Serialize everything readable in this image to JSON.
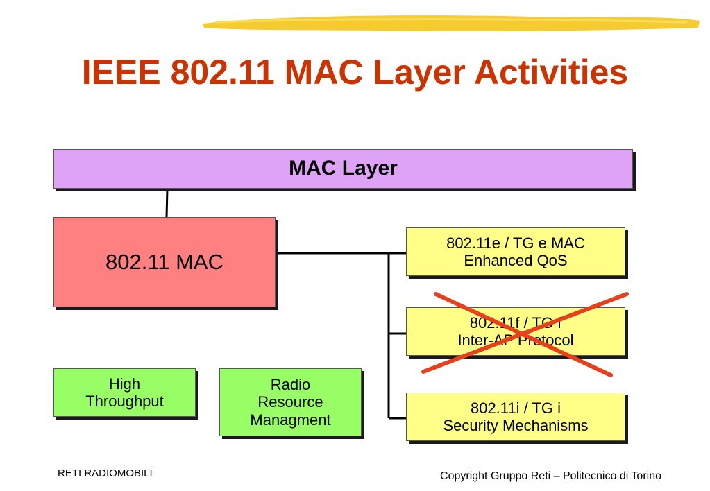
{
  "title": "IEEE 802.11 MAC Layer Activities",
  "mac_layer": "MAC Layer",
  "mac_80211": "802.11 MAC",
  "task_groups": [
    {
      "line1": "802.11e / TG e MAC",
      "line2": "Enhanced QoS"
    },
    {
      "line1": "802.11f / TG f",
      "line2": "Inter-AP Protocol",
      "crossed_out": true
    },
    {
      "line1": "802.11i / TG i",
      "line2": "Security Mechanisms"
    }
  ],
  "high_throughput": {
    "line1": "High",
    "line2": "Throughput"
  },
  "radio_resource": {
    "line1": "Radio",
    "line2": "Resource",
    "line3": "Managment"
  },
  "footer": {
    "left": "RETI RADIOMOBILI",
    "right": "Copyright Gruppo Reti – Politecnico di Torino"
  },
  "colors": {
    "title": "#cc3300",
    "mac_layer_fill": "#dea3f6",
    "mac_80211_fill": "#fe8080",
    "task_group_fill": "#ffff88",
    "green_fill": "#99ff66",
    "cross": "#e8401c",
    "accent_stroke": "#f5c518"
  }
}
